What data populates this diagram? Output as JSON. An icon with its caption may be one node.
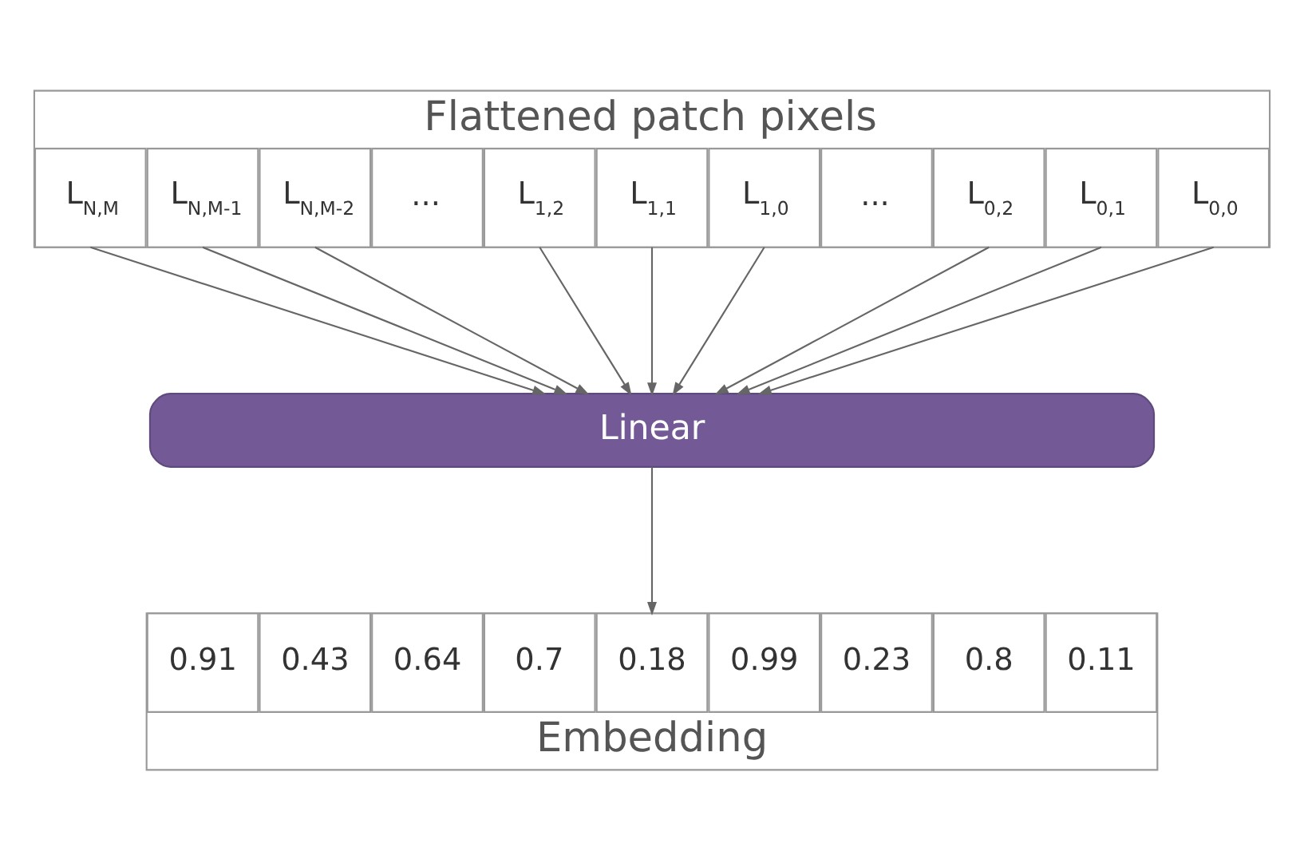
{
  "diagram": {
    "nodes": [
      {
        "text": [
          "Flattened patch pixels"
        ]
      },
      {
        "text": [
          "L$_{0,0}$"
        ],
        "in": 0
      },
      {
        "text": [
          "L$_{0,1}$"
        ],
        "in": 0
      },
      {
        "text": [
          "L$_{0,2}$"
        ],
        "in": 0
      },
      {
        "text": [
          "..."
        ],
        "in": 0
      },
      {
        "text": [
          "L$_{1,0}$"
        ],
        "in": 0
      },
      {
        "text": [
          "L$_{1,1}$"
        ],
        "in": 0
      },
      {
        "text": [
          "L$_{1,2}$"
        ],
        "in": 0
      },
      {
        "text": [
          "..."
        ],
        "in": 0
      },
      {
        "text": [
          "L$_{N,M-2}$"
        ],
        "in": 0
      },
      {
        "text": [
          "L$_{N,M-1}$"
        ],
        "in": 0
      },
      {
        "text": [
          "L$_{N,M}$"
        ],
        "in": 0
      },
      {
        "text": [
          "Linear"
        ]
      },
      {
        "text": [
          "Embedding"
        ]
      },
      {
        "text": [
          "0.11"
        ],
        "in": 13
      },
      {
        "text": [
          "0.8"
        ],
        "in": 13
      },
      {
        "text": [
          "0.23"
        ],
        "in": 13
      },
      {
        "text": [
          "0.99"
        ],
        "in": 13
      },
      {
        "text": [
          "0.18"
        ],
        "in": 13
      },
      {
        "text": [
          "0.7"
        ],
        "in": 13
      },
      {
        "text": [
          "0.64"
        ],
        "in": 13
      },
      {
        "text": [
          "0.43"
        ],
        "in": 13
      },
      {
        "text": [
          "0.91"
        ],
        "in": 13
      }
    ],
    "edges": [
      {
        "from": 1,
        "to": 12,
        "arrow": "to"
      },
      {
        "from": 2,
        "to": 12,
        "arrow": "to"
      },
      {
        "from": 3,
        "to": 12,
        "arrow": "to"
      },
      {
        "from": 5,
        "to": 12,
        "arrow": "to"
      },
      {
        "from": 6,
        "to": 12,
        "arrow": "to"
      },
      {
        "from": 7,
        "to": 12,
        "arrow": "to"
      },
      {
        "from": 9,
        "to": 12,
        "arrow": "to"
      },
      {
        "from": 10,
        "to": 12,
        "arrow": "to"
      },
      {
        "from": 11,
        "to": 12,
        "arrow": "to"
      },
      {
        "from": 12,
        "to": 18,
        "arrow": "to"
      }
    ]
  }
}
